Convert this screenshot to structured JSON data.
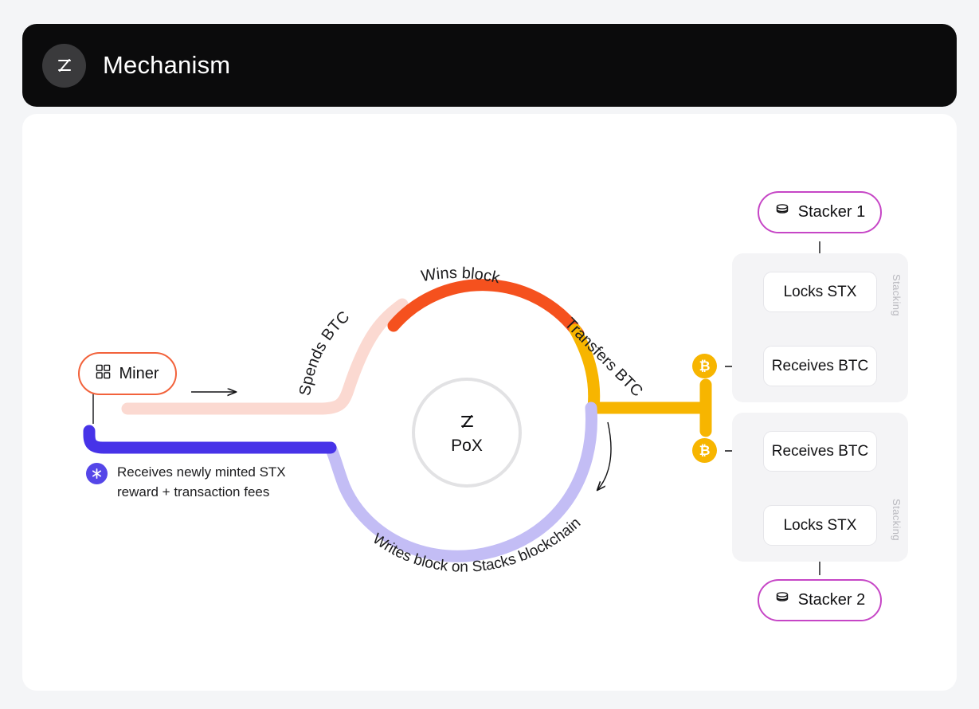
{
  "header": {
    "title": "Mechanism",
    "logo_icon": "stacks-z-logo-icon",
    "background_color": "#0b0b0c"
  },
  "diagram": {
    "center": {
      "logo_icon": "stacks-z-logo-icon",
      "label": "PoX",
      "ring_color": "#e2e2e4"
    },
    "nodes": {
      "miner": {
        "label": "Miner",
        "icon": "grid-squares-icon",
        "border_color": "#f2623b"
      },
      "stacker_1": {
        "label": "Stacker 1",
        "icon": "database-stack-icon",
        "border_color": "#c646c6"
      },
      "stacker_2": {
        "label": "Stacker 2",
        "icon": "database-stack-icon",
        "border_color": "#c646c6"
      }
    },
    "legend": {
      "icon": "asterisk-star-icon",
      "icon_color": "#5546e8",
      "line_1": "Receives newly minted STX",
      "line_2": "reward + transaction fees",
      "text": "Receives newly minted STX reward + transaction fees"
    },
    "flow_labels": {
      "spends_btc": "Spends BTC",
      "wins_block": "Wins block",
      "transfers_btc": "Transfers BTC",
      "writes_block": "Writes block on Stacks blockchain"
    },
    "panels": [
      {
        "id": "panel-1",
        "side_label": "Stacking",
        "steps": [
          "Locks STX",
          "Receives BTC"
        ]
      },
      {
        "id": "panel-2",
        "side_label": "Stacking",
        "steps": [
          "Receives BTC",
          "Locks STX"
        ]
      }
    ],
    "btc_coins": [
      {
        "glyph": "₿",
        "name": "bitcoin-coin-icon"
      },
      {
        "glyph": "₿",
        "name": "bitcoin-coin-icon"
      }
    ],
    "colors": {
      "spends_btc_path": "#fbd9d1",
      "wins_block_path": "#f5511e",
      "transfers_btc_path": "#f7b500",
      "writes_block_path": "#c3bdf5",
      "miner_reward_path": "#4733e8",
      "panel_background": "#f4f4f6",
      "card_background": "#ffffff",
      "page_background": "#f4f5f7"
    }
  }
}
